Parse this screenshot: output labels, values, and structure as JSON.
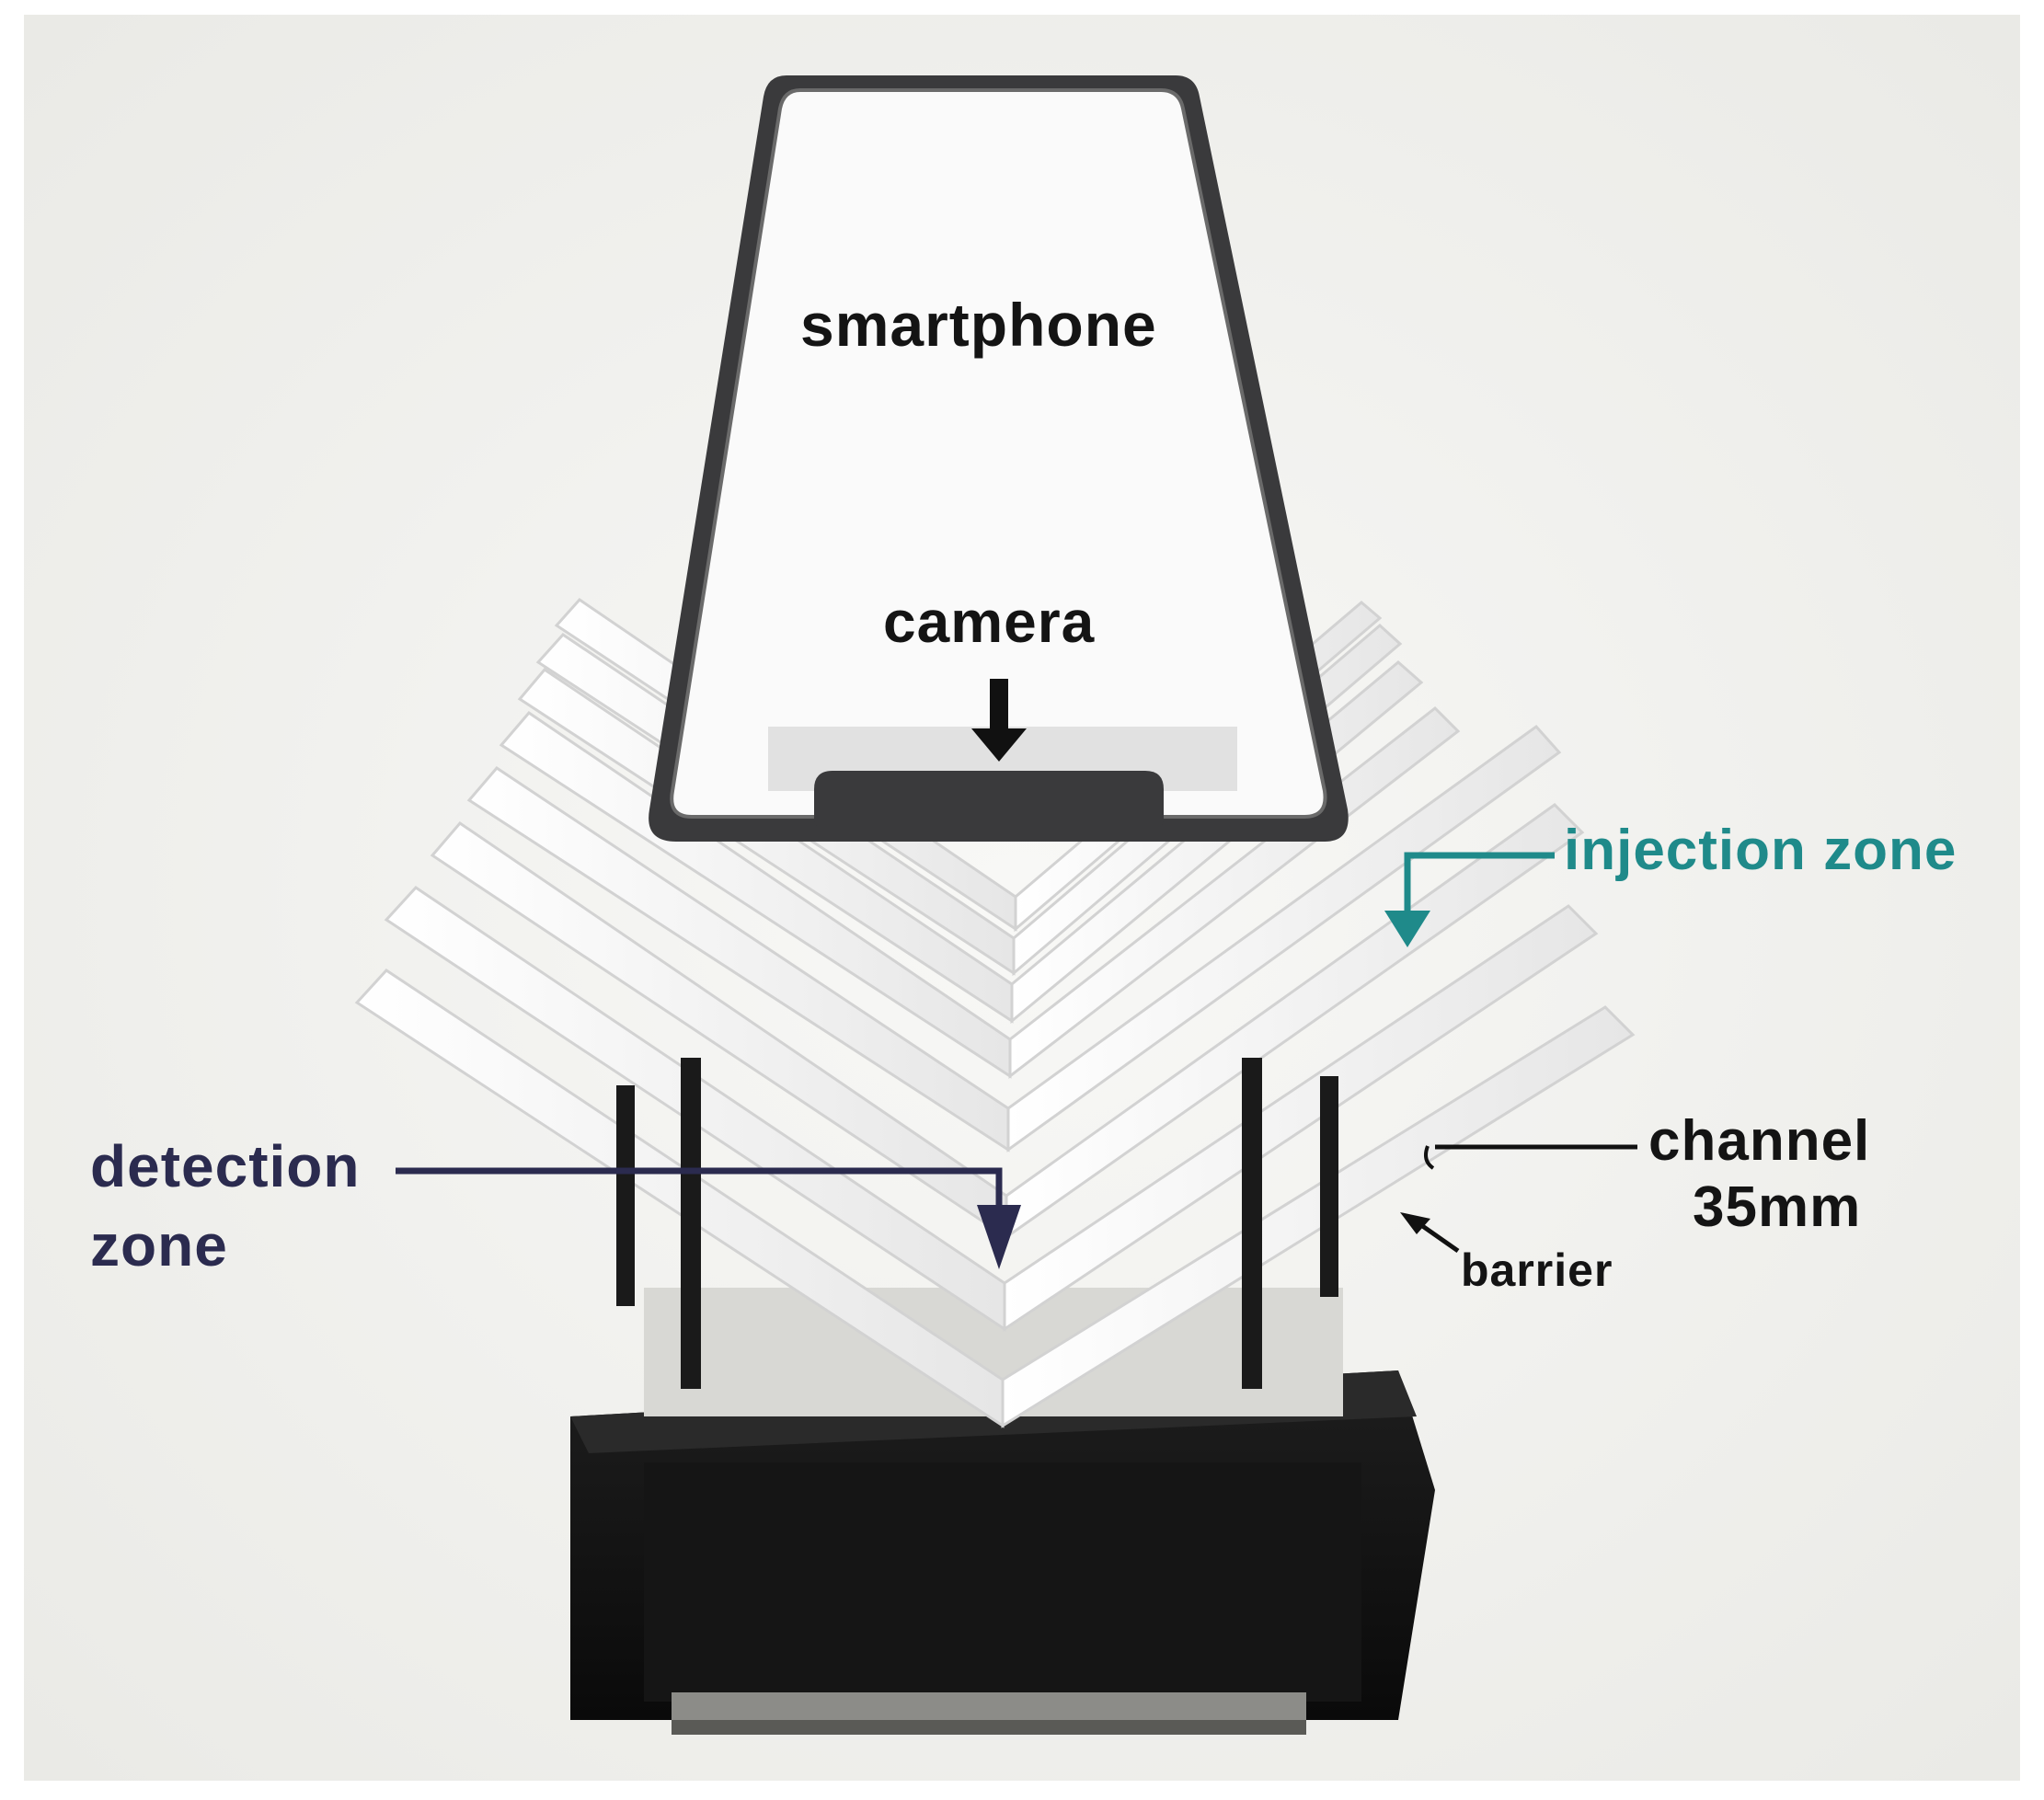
{
  "figure": {
    "labels": {
      "smartphone": "smartphone",
      "camera": "camera",
      "injection_zone": "injection zone",
      "detection_zone_line1": "detection",
      "detection_zone_line2": "zone",
      "channel_line1": "channel",
      "channel_line2": "35mm",
      "barrier": "barrier"
    },
    "colors": {
      "background": "#f4f4f1",
      "phone_body": "#3a3a3c",
      "phone_screen": "#fafafa",
      "paper_strips": "#f7f7f7",
      "holder_box": "#121212",
      "label_text": "#141414",
      "injection_label": "#1f8a8a",
      "detection_label": "#2b2b4f"
    },
    "icons": [
      "arrow-down-icon",
      "arrow-pointer-icon"
    ]
  }
}
